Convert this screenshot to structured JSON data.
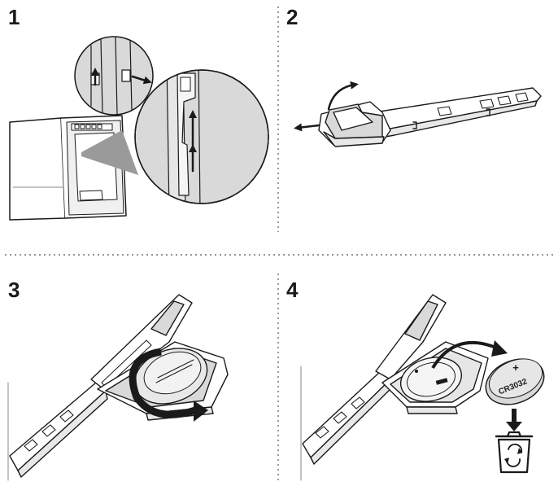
{
  "steps": [
    {
      "number": "1"
    },
    {
      "number": "2"
    },
    {
      "number": "3"
    },
    {
      "number": "4"
    }
  ],
  "battery": {
    "polarity": "+",
    "model": "CR3032"
  },
  "icons": {
    "step1": [
      "up-arrow-icon",
      "right-arrow-icon"
    ],
    "step2": [
      "curved-arrow-icon",
      "left-arrow-icon"
    ],
    "step3": [
      "rotate-arrow-icon"
    ],
    "step4": [
      "curved-arrow-icon",
      "down-arrow-icon",
      "recycle-bin-icon"
    ]
  },
  "colors": {
    "line": "#1a1a1a",
    "gray": "#d9d9d9",
    "dark_gray": "#8a8a8a",
    "divider": "#555555"
  }
}
